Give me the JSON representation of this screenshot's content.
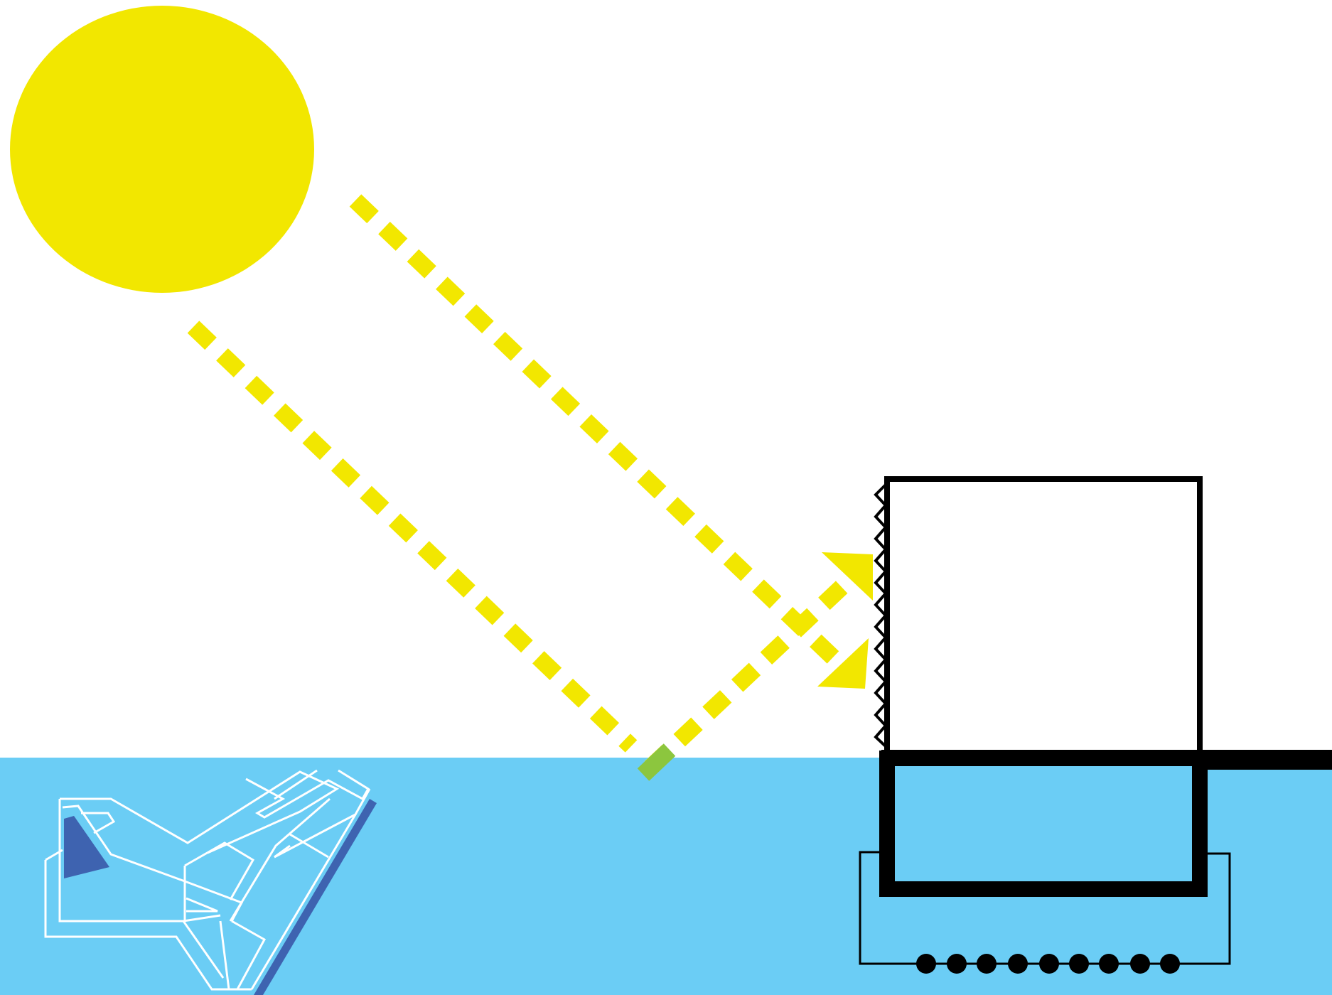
{
  "diagram": {
    "colors": {
      "background": "#ffffff",
      "water": "#6bcdf5",
      "sun": "#f2e700",
      "ray": "#f2e700",
      "ray_underwater": "#8cc63e",
      "structure": "#000000",
      "seabed_rock_fill": "#6bcdf5",
      "seabed_rock_line": "#ffffff",
      "seabed_rock_shadow": "#3e63b0"
    },
    "elements": {
      "sun": {
        "icon": "sun-circle"
      },
      "rays": {
        "count": 2,
        "style": "dashed",
        "reflected": true
      },
      "arrows": {
        "count": 2,
        "icon": "triangle-arrowhead"
      },
      "building": {
        "facade": "zigzag-panel"
      },
      "pontoon": {
        "floats": 9
      },
      "seabed_rock": {
        "icon": "rock-outline"
      }
    }
  }
}
